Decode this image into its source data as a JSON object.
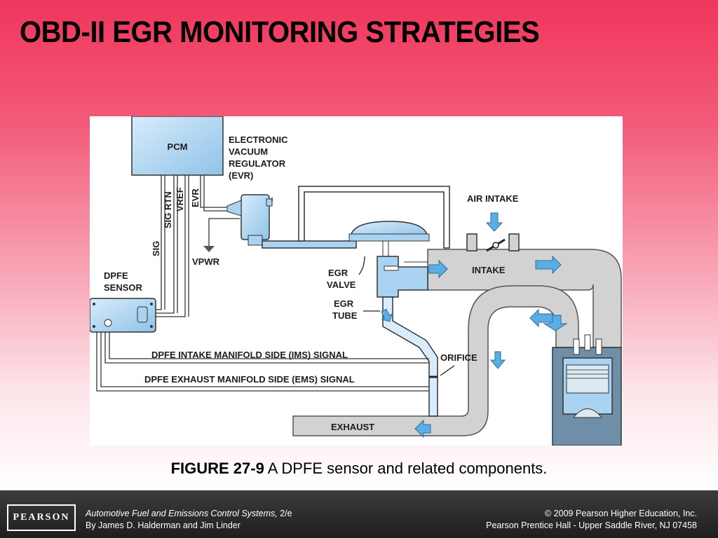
{
  "slide": {
    "title": "OBD-II EGR MONITORING STRATEGIES"
  },
  "diagram": {
    "labels": {
      "pcm": "PCM",
      "evr_line1": "ELECTRONIC",
      "evr_line2": "VACUUM",
      "evr_line3": "REGULATOR",
      "evr_line4": "(EVR)",
      "wire_sig": "SIG",
      "wire_sig_rtn": "SIG RTN",
      "wire_vref": "VREF",
      "wire_evr": "EVR",
      "vpwr": "VPWR",
      "dpfe_line1": "DPFE",
      "dpfe_line2": "SENSOR",
      "air_intake": "AIR INTAKE",
      "intake": "INTAKE",
      "egr_valve_line1": "EGR",
      "egr_valve_line2": "VALVE",
      "egr_tube_line1": "EGR",
      "egr_tube_line2": "TUBE",
      "orifice": "ORIFICE",
      "ims_signal": "DPFE INTAKE MANIFOLD SIDE (IMS) SIGNAL",
      "ems_signal": "DPFE EXHAUST MANIFOLD SIDE (EMS) SIGNAL",
      "exhaust": "EXHAUST"
    },
    "colors": {
      "component_blue": "#a9d3f0",
      "arrow_blue": "#5aaee4",
      "duct_gray": "#d2d2d2",
      "outline": "#222222"
    }
  },
  "caption": {
    "figure_label": "FIGURE 27-9",
    "text": "A DPFE sensor and related components."
  },
  "footer": {
    "logo": "PEARSON",
    "book_title": "Automotive Fuel and Emissions Control Systems,",
    "edition": " 2/e",
    "authors": "By James D. Halderman and Jim Linder",
    "copyright": "© 2009 Pearson Higher Education, Inc.",
    "publisher": "Pearson Prentice Hall - Upper Saddle River, NJ 07458"
  }
}
